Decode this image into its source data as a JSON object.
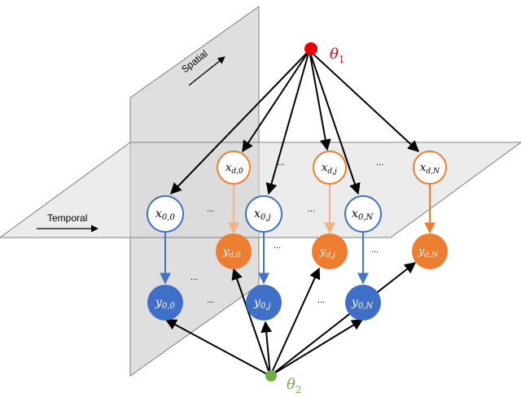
{
  "labels": {
    "spatial": "Spatial",
    "temporal": "Temporal",
    "theta1": "θ",
    "theta1_sub": "1",
    "theta2": "θ",
    "theta2_sub": "2",
    "ellipsis": "..."
  },
  "nodes": {
    "x00": {
      "main": "x",
      "sub": "0,0"
    },
    "x0j": {
      "main": "x",
      "sub": "0,j"
    },
    "x0N": {
      "main": "x",
      "sub": "0,N"
    },
    "xd0": {
      "main": "x",
      "sub": "d,0"
    },
    "xdj": {
      "main": "x",
      "sub": "d,j"
    },
    "xdN": {
      "main": "x",
      "sub": "d,N"
    },
    "y00": {
      "main": "y",
      "sub": "0,0"
    },
    "y0j": {
      "main": "y",
      "sub": "0,j"
    },
    "y0N": {
      "main": "y",
      "sub": "0,N"
    },
    "yd0": {
      "main": "y",
      "sub": "d,0"
    },
    "ydj": {
      "main": "y",
      "sub": "d,j"
    },
    "ydN": {
      "main": "y",
      "sub": "d,N"
    }
  },
  "colors": {
    "theta1": "#e8000b",
    "theta2": "#70ad47",
    "blue": "#4472c4",
    "blue_fill": "#3f6fc6",
    "orange": "#ed7d31",
    "orange_fill": "#ed7d31",
    "orange_light": "#f4b183",
    "plane_gray": "#d9d9d9",
    "edge": "#000000"
  }
}
